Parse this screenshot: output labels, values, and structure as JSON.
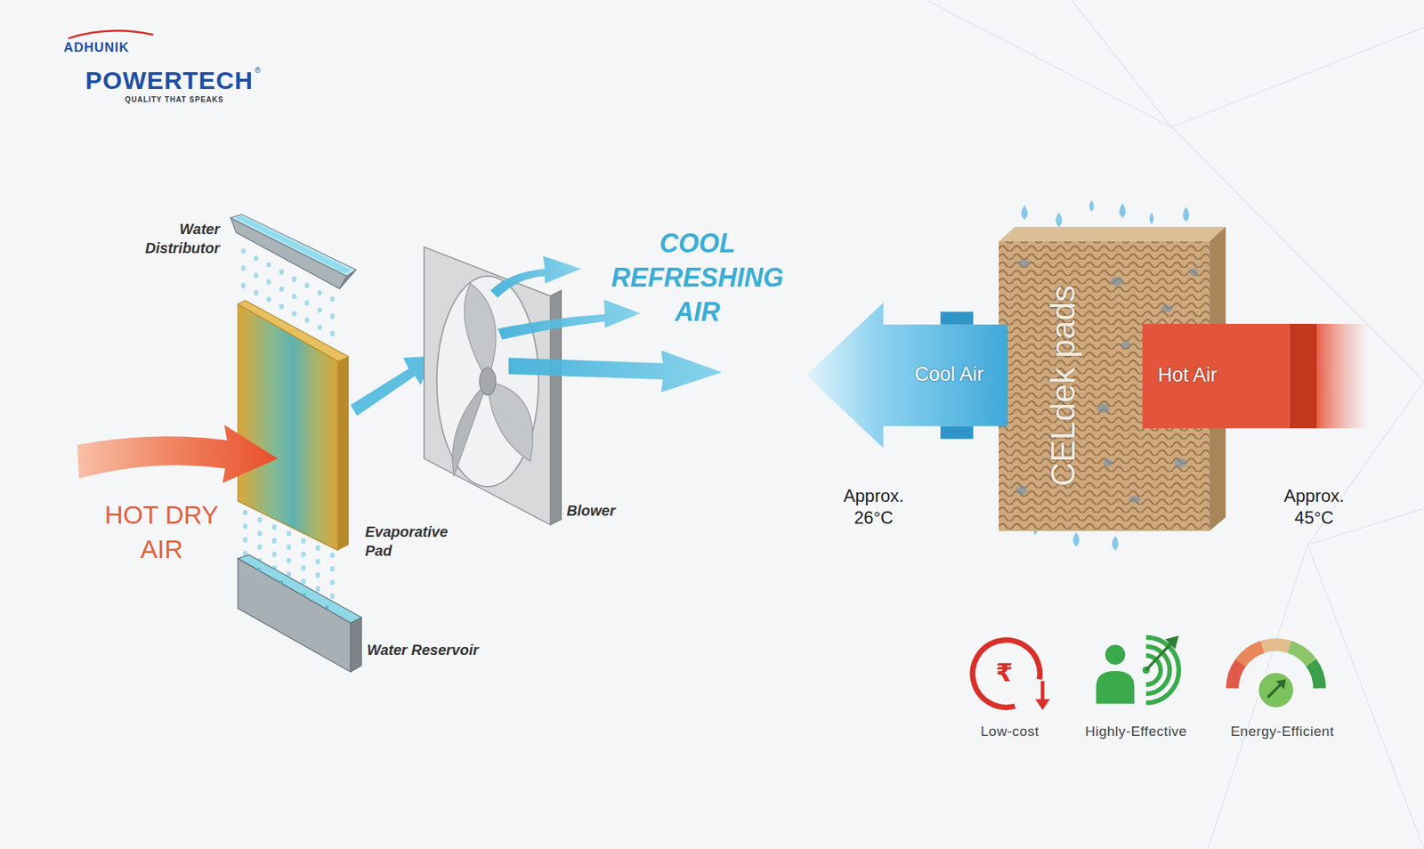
{
  "diagram": {
    "nodes": [
      {
        "text": [
          "CELdek pads"
        ]
      },
      {
        "text": [
          "Cool Air"
        ]
      },
      {
        "text": [
          "Hot Air"
        ]
      }
    ],
    "labels": [
      "ADHUNIK",
      "POWERTECH",
      "®",
      "QUALITY THAT SPEAKS",
      "Water Distributor",
      "COOL REFRESHING AIR",
      "Evaporative Pad",
      "Blower",
      "HOT DRY AIR",
      "Water Reservoir",
      "Approx. 26°C",
      "Approx. 45°C",
      "₹",
      "Low-cost",
      "Highly-Effective",
      "Energy-Efficient"
    ]
  }
}
